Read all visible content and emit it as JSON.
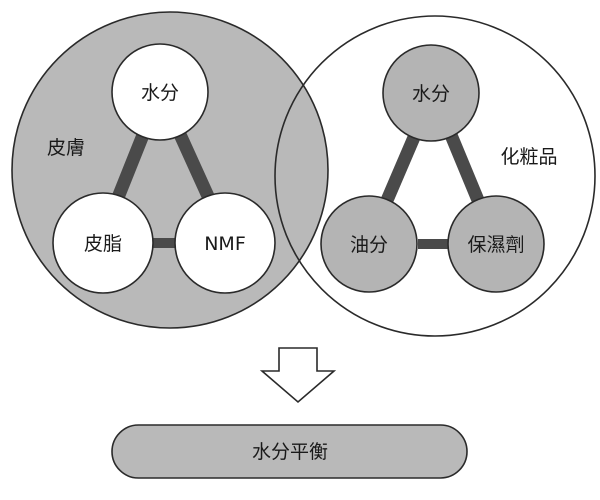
{
  "colors": {
    "skin_fill": "#b9b9b9",
    "node_white": "#ffffff",
    "node_gray": "#b4b4b4",
    "stroke": "#2a2a2a",
    "connector": "#4a4a4a",
    "result_fill": "#b9b9b9"
  },
  "skin": {
    "label": "皮膚",
    "nodes": {
      "top": "水分",
      "left": "皮脂",
      "right": "NMF"
    }
  },
  "cosmetics": {
    "label": "化粧品",
    "nodes": {
      "top": "水分",
      "left": "油分",
      "right": "保濕劑"
    }
  },
  "arrow": {
    "icon": "down-arrow-icon"
  },
  "result": {
    "label": "水分平衡"
  }
}
